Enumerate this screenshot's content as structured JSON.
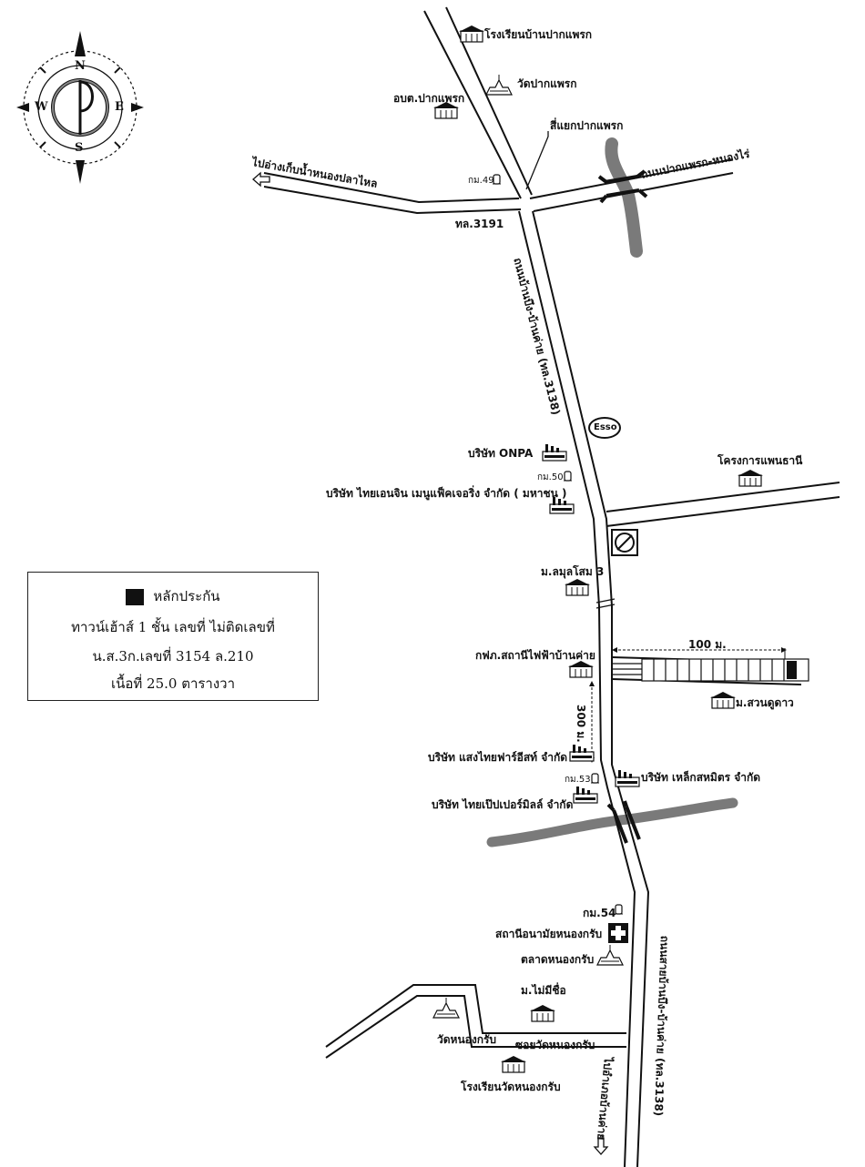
{
  "compass": {
    "north": "N",
    "south": "S",
    "east": "E",
    "west": "W"
  },
  "legend": {
    "symbol_label": "หลักประกัน",
    "line1": "ทาวน์เฮ้าส์ 1 ชั้น เลขที่ ไม่ติดเลขที่",
    "line2": "น.ส.3ก.เลขที่ 3154 ล.210",
    "line3": "เนื้อที่ 25.0 ตารางวา"
  },
  "roads": {
    "reservoir_direction": "ไปอ่างเก็บน้ำหนองปลาไหล",
    "route_3191": "ทล.3191",
    "pak_phraek_road": "ถนนปากแพรก-หนองไร่",
    "main_road_upper": "ถนนบ้านบึง-บ้านค่าย (ทล.3138)",
    "main_road_lower": "ถนนสายบ้านบึง-บ้านค่าย (ทล.3138)",
    "to_ban_khai": "ไปอำเภอบ้านค่าย",
    "soi_wat": "ซอยวัดหนองกรับ"
  },
  "junction": "สี่แยกปากแพรก",
  "km_markers": [
    "กม.49",
    "กม.50",
    "กม.53",
    "กม.54"
  ],
  "places": {
    "school_pak_phraek": "โรงเรียนบ้านปากแพรก",
    "wat_pak_phraek": "วัดปากแพรก",
    "obt_pak_phraek": "อบต.ปากแพรก",
    "onpa": "บริษัท ONPA",
    "thai_engine": "บริษัท ไทยเอนจิน เมนูแฟ็คเจอริ่ง จำกัด ( มหาชน )",
    "esso": "Esso",
    "phanthani": "โครงการแพนธานี",
    "lumulsom": "ม.ลมุลโสม 3",
    "pea": "กฟภ.สถานีไฟฟ้าบ้านค่าย",
    "suan_dudao": "ม.สวนดูดาว",
    "sangthai": "บริษัท แสงไทยฟาร์อีสท์ จำกัด",
    "lek": "บริษัท เหล็กสหมิตร จำกัด",
    "paper": "บริษัท ไทยเป๊ปเปอร์มิลล์ จำกัด",
    "health": "สถานีอนามัยหนองกรับ",
    "market": "ตลาดหนองกรับ",
    "unnamed_village": "ม.ไม่มีชื่อ",
    "wat_nong_krap": "วัดหนองกรับ",
    "school_nong_krap": "โรงเรียนวัดหนองกรับ"
  },
  "distances": {
    "horizontal": "100 ม.",
    "vertical": "300 ม."
  },
  "colors": {
    "ink": "#111111",
    "river": "#7a7a7a",
    "paper": "#ffffff"
  }
}
